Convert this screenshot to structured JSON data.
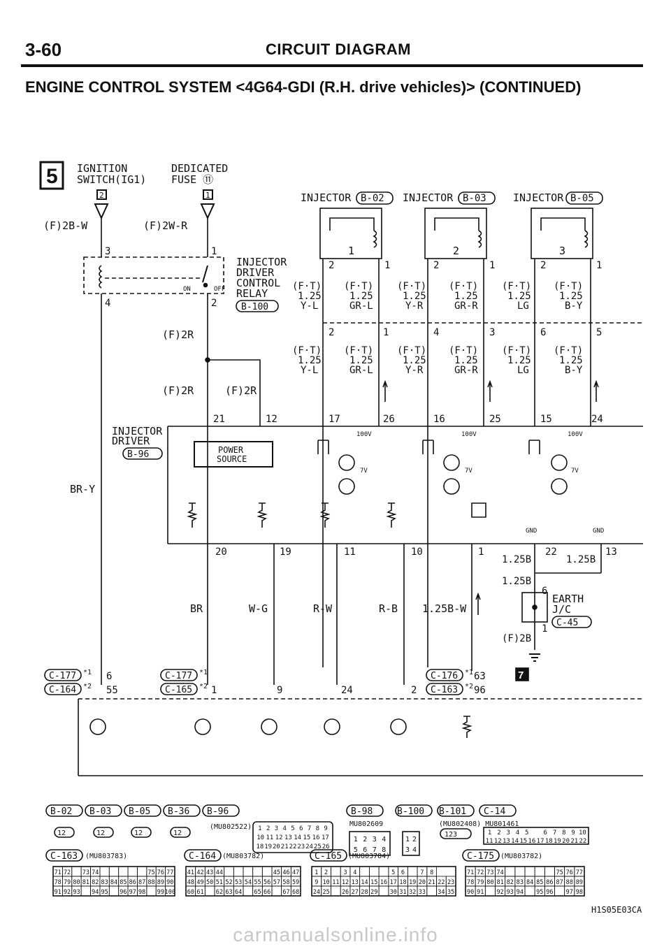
{
  "header": {
    "page_number": "3-60",
    "title": "CIRCUIT DIAGRAM",
    "subtitle": "ENGINE CONTROL SYSTEM <4G64-GDI (R.H. drive vehicles)> (CONTINUED)"
  },
  "markers": {
    "left_box": "5",
    "bottom_box": "7"
  },
  "ignition": {
    "line1": "IGNITION",
    "line2": "SWITCH(IG1)",
    "pin": "2",
    "wire": "(F)2B-W"
  },
  "fuse": {
    "line1": "DEDICATED",
    "line2": "FUSE ⑪",
    "pin": "1",
    "wire": "(F)2W-R"
  },
  "relay": {
    "line1": "INJECTOR",
    "line2": "DRIVER",
    "line3": "CONTROL",
    "line4": "RELAY",
    "ref": "B-100",
    "pin3": "3",
    "pin1": "1",
    "pin4": "4",
    "pin2": "2",
    "on": "ON",
    "off": "OFF"
  },
  "injectors": [
    {
      "label": "INJECTOR",
      "ref": "B-02",
      "num": "1"
    },
    {
      "label": "INJECTOR",
      "ref": "B-03",
      "num": "2"
    },
    {
      "label": "INJECTOR",
      "ref": "B-05",
      "num": "3"
    }
  ],
  "inj_upper_pins": [
    "2",
    "1",
    "2",
    "1",
    "2",
    "1"
  ],
  "wires_top": [
    {
      "a": "(F·T)",
      "b": "1.25",
      "c": "Y-L"
    },
    {
      "a": "(F·T)",
      "b": "1.25",
      "c": "GR-L"
    },
    {
      "a": "(F·T)",
      "b": "1.25",
      "c": "Y-R"
    },
    {
      "a": "(F·T)",
      "b": "1.25",
      "c": "GR-R"
    },
    {
      "a": "(F·T)",
      "b": "1.25",
      "c": "LG"
    },
    {
      "a": "(F·T)",
      "b": "1.25",
      "c": "B-Y"
    }
  ],
  "junction_pins": [
    "2",
    "1",
    "4",
    "3",
    "6",
    "5"
  ],
  "wires_mid": [
    {
      "a": "(F·T)",
      "b": "1.25",
      "c": "Y-L"
    },
    {
      "a": "(F·T)",
      "b": "1.25",
      "c": "GR-L"
    },
    {
      "a": "(F·T)",
      "b": "1.25",
      "c": "Y-R"
    },
    {
      "a": "(F·T)",
      "b": "1.25",
      "c": "GR-R"
    },
    {
      "a": "(F·T)",
      "b": "1.25",
      "c": "LG"
    },
    {
      "a": "(F·T)",
      "b": "1.25",
      "c": "B-Y"
    }
  ],
  "power_wires": [
    "(F)2R",
    "(F)2R",
    "(F)2R"
  ],
  "driver": {
    "line1": "INJECTOR",
    "line2": "DRIVER",
    "ref": "B-96",
    "source1": "POWER",
    "source2": "SOURCE",
    "top_pins": [
      "21",
      "12",
      "17",
      "26",
      "16",
      "25",
      "15",
      "24"
    ],
    "v100": [
      "100V",
      "100V",
      "100V"
    ],
    "v7": [
      "7V",
      "7V",
      "7V"
    ],
    "gnd": [
      "GND",
      "GND"
    ],
    "bottom_pins": [
      "20",
      "19",
      "11",
      "10",
      "1",
      "22",
      "13"
    ]
  },
  "left_wire": "BR-Y",
  "bottom_wires": [
    "BR",
    "W-G",
    "R-W",
    "R-B",
    "1.25B-W"
  ],
  "ground_wires": [
    "1.25B",
    "1.25B",
    "1.25B",
    "(F)2B"
  ],
  "earth": {
    "line1": "EARTH",
    "line2": "J/C",
    "ref": "C-45",
    "pin6": "6",
    "pin1": "1"
  },
  "ecu_connectors": {
    "c177a": "C-177",
    "c164a": "C-164",
    "c177b": "C-177",
    "c165a": "C-165",
    "c176": "C-176",
    "c163a": "C-163",
    "star1": "*1",
    "star2": "*2",
    "pins": [
      "6",
      "55",
      "1",
      "9",
      "24",
      "2",
      "63",
      "96"
    ]
  },
  "legend": {
    "top_refs": [
      "B-02",
      "B-03",
      "B-05",
      "B-36",
      "B-96",
      "B-98",
      "B-100",
      "B-101",
      "C-14"
    ],
    "codes": [
      "(MU802522)",
      "MU802609",
      "(MU802408) MU801461"
    ],
    "connectors": [
      {
        "ref": "C-163",
        "code": "(MU803783)"
      },
      {
        "ref": "C-164",
        "code": "(MU803782)"
      },
      {
        "ref": "C-165",
        "code": "(MU803784)"
      },
      {
        "ref": "C-175",
        "code": "(MU803782)"
      }
    ],
    "table_a": [
      [
        "71",
        "72",
        "",
        "73",
        "74",
        "",
        "",
        "",
        "",
        "",
        "75",
        "76",
        "77"
      ],
      [
        "78",
        "79",
        "80",
        "81",
        "82",
        "83",
        "84",
        "85",
        "86",
        "87",
        "88",
        "89",
        "90"
      ],
      [
        "91",
        "92",
        "93",
        "",
        "94",
        "95",
        "",
        "96",
        "97",
        "98",
        "",
        "99",
        "100"
      ]
    ],
    "table_b": [
      [
        "41",
        "42",
        "43",
        "44",
        "",
        "",
        "",
        "",
        "",
        "45",
        "46",
        "47"
      ],
      [
        "48",
        "49",
        "50",
        "51",
        "52",
        "53",
        "54",
        "55",
        "56",
        "57",
        "58",
        "59"
      ],
      [
        "60",
        "61",
        "",
        "62",
        "63",
        "64",
        "",
        "65",
        "66",
        "",
        "67",
        "68"
      ]
    ],
    "table_c": [
      [
        "1",
        "2",
        "",
        "3",
        "4",
        "",
        "",
        "",
        "5",
        "6",
        "",
        "7",
        "8"
      ],
      [
        "9",
        "10",
        "11",
        "12",
        "13",
        "14",
        "15",
        "16",
        "17",
        "18",
        "19",
        "20",
        "21",
        "22",
        "23"
      ],
      [
        "24",
        "25",
        "",
        "26",
        "27",
        "28",
        "29",
        "",
        "30",
        "31",
        "32",
        "33",
        "",
        "34",
        "35"
      ]
    ],
    "table_d": [
      [
        "71",
        "72",
        "73",
        "74",
        "",
        "",
        "",
        "",
        "",
        "75",
        "76",
        "77"
      ],
      [
        "78",
        "79",
        "80",
        "81",
        "82",
        "83",
        "84",
        "85",
        "86",
        "87",
        "88",
        "89"
      ],
      [
        "90",
        "91",
        "",
        "92",
        "93",
        "94",
        "",
        "95",
        "96",
        "",
        "97",
        "98"
      ]
    ],
    "c96_rows": [
      [
        "1",
        "2",
        "3",
        "4",
        "5",
        "6",
        "7",
        "8",
        "9"
      ],
      [
        "10",
        "11",
        "12",
        "13",
        "14",
        "15",
        "16",
        "17"
      ],
      [
        "18",
        "19",
        "20",
        "21",
        "22",
        "23",
        "24",
        "25",
        "26"
      ]
    ],
    "c98_rows": [
      [
        "1",
        "2",
        "3",
        "4"
      ],
      [
        "5",
        "6",
        "7",
        "8"
      ]
    ],
    "c100_rows": [
      [
        "1",
        "2"
      ],
      [
        "3",
        "4"
      ]
    ],
    "c14_rows": [
      [
        "1",
        "2",
        "3",
        "4",
        "5",
        "",
        "6",
        "7",
        "8",
        "9",
        "10"
      ],
      [
        "11",
        "12",
        "13",
        "14",
        "15",
        "16",
        "17",
        "18",
        "19",
        "20",
        "21",
        "22"
      ]
    ],
    "small_12": "12",
    "small_123": "123"
  },
  "figure_code": "H1S05E03CA",
  "watermark": "carmanualsonline.info"
}
